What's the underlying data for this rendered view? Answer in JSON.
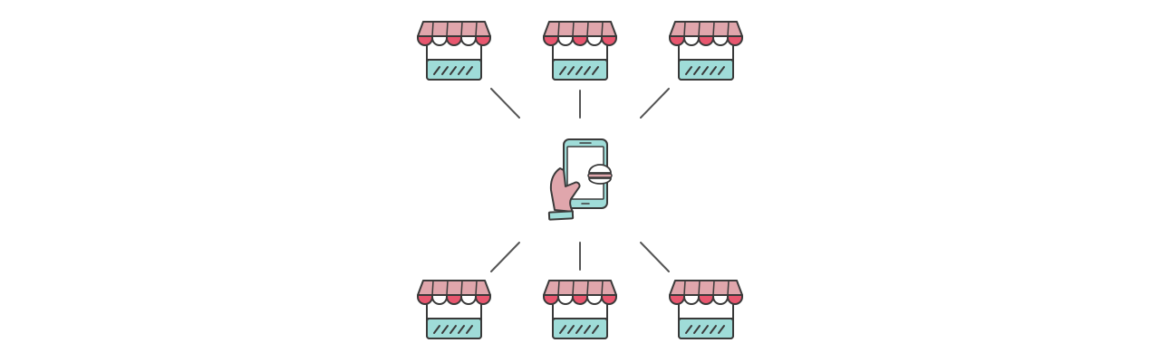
{
  "diagram": {
    "center": {
      "icon": "hand-holding-phone-burger-icon"
    },
    "stores": [
      {
        "icon": "storefront-icon",
        "row": "top"
      },
      {
        "icon": "storefront-icon",
        "row": "top"
      },
      {
        "icon": "storefront-icon",
        "row": "top"
      },
      {
        "icon": "storefront-icon",
        "row": "bottom"
      },
      {
        "icon": "storefront-icon",
        "row": "bottom"
      },
      {
        "icon": "storefront-icon",
        "row": "bottom"
      }
    ],
    "colors": {
      "outline": "#3a3a3a",
      "awning_light": "#e0a6ac",
      "awning_accent": "#e8566e",
      "teal": "#9fdcd8",
      "skin": "#e0a6ac",
      "white": "#ffffff",
      "connector": "#555555"
    }
  }
}
